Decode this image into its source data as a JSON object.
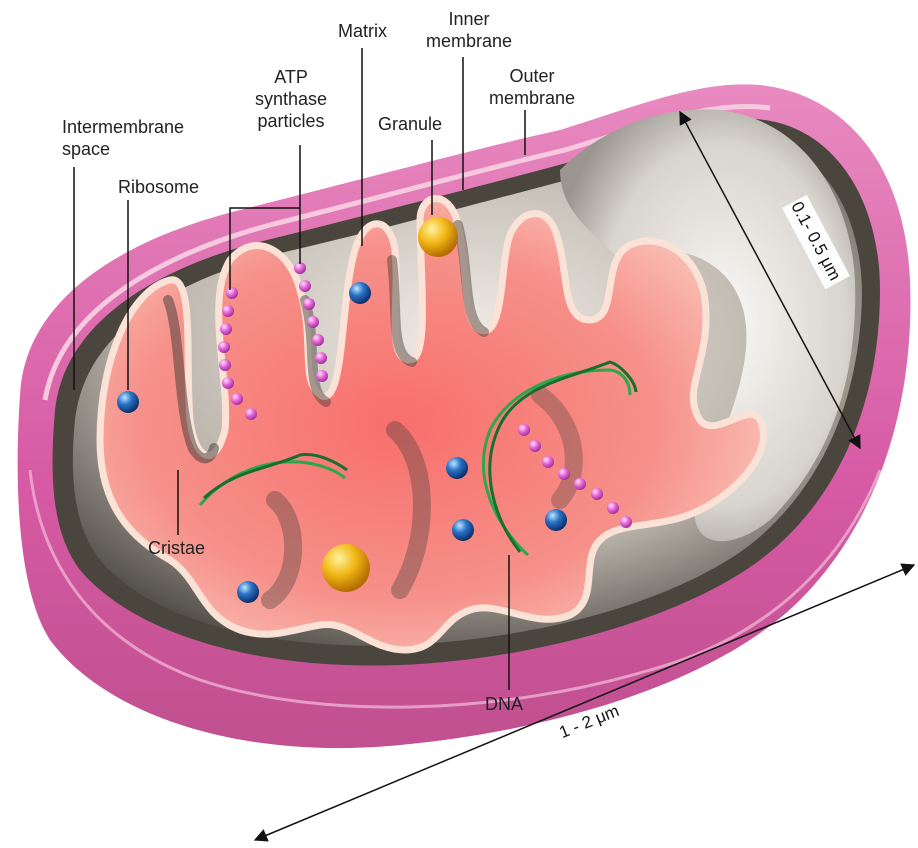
{
  "labels": {
    "matrix": "Matrix",
    "inner_membrane": "Inner\nmembrane",
    "atp_synthase": "ATP\nsynthase\nparticles",
    "outer_membrane": "Outer\nmembrane",
    "granule": "Granule",
    "intermembrane_space": "Intermembrane\nspace",
    "ribosome": "Ribosome",
    "cristae": "Cristae",
    "dna": "DNA"
  },
  "dimensions": {
    "width": "0.1- 0.5 μm",
    "length": "1 - 2 μm"
  },
  "colors": {
    "outer_membrane": "#d9559f",
    "intermembrane": "#f1e3e6",
    "matrix": "#f4827c",
    "cristae_shadow": "#3d3a35",
    "ribosome": "#2a74c8",
    "granule": "#f2b716",
    "atp_particle": "#e86ad8",
    "dna": "#2aa84a"
  }
}
